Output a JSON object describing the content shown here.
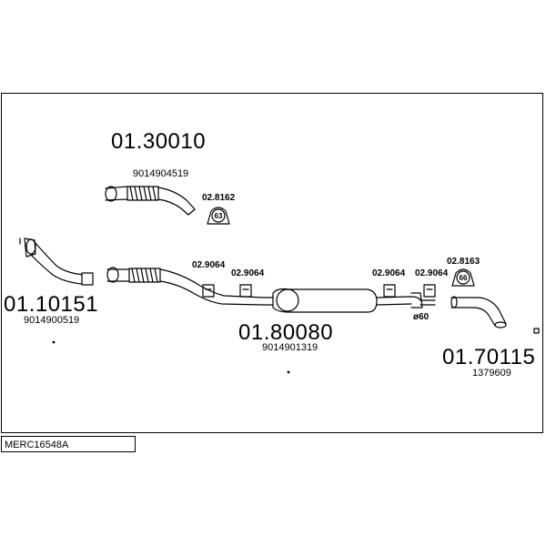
{
  "diagram_code": "MERC16548A",
  "parts": {
    "front_pipe": {
      "part_no": "01.10151",
      "oe_no": "9014900519"
    },
    "front_pipe_alt": {
      "part_no": "01.30010",
      "oe_no": "9014904519"
    },
    "middle_silencer": {
      "part_no": "01.80080",
      "oe_no": "9014901319"
    },
    "rear_silencer": {
      "part_no": "01.70115",
      "oe_no": "1379609"
    }
  },
  "accessories": {
    "clamp_63": {
      "part_no": "02.8162",
      "size": "63"
    },
    "clamp_66": {
      "part_no": "02.8163",
      "size": "66"
    },
    "hanger_a": {
      "part_no": "02.9064"
    },
    "hanger_b": {
      "part_no": "02.9064"
    },
    "hanger_c": {
      "part_no": "02.9064"
    },
    "hanger_d": {
      "part_no": "02.9064"
    }
  },
  "diameter_note": "ø60"
}
